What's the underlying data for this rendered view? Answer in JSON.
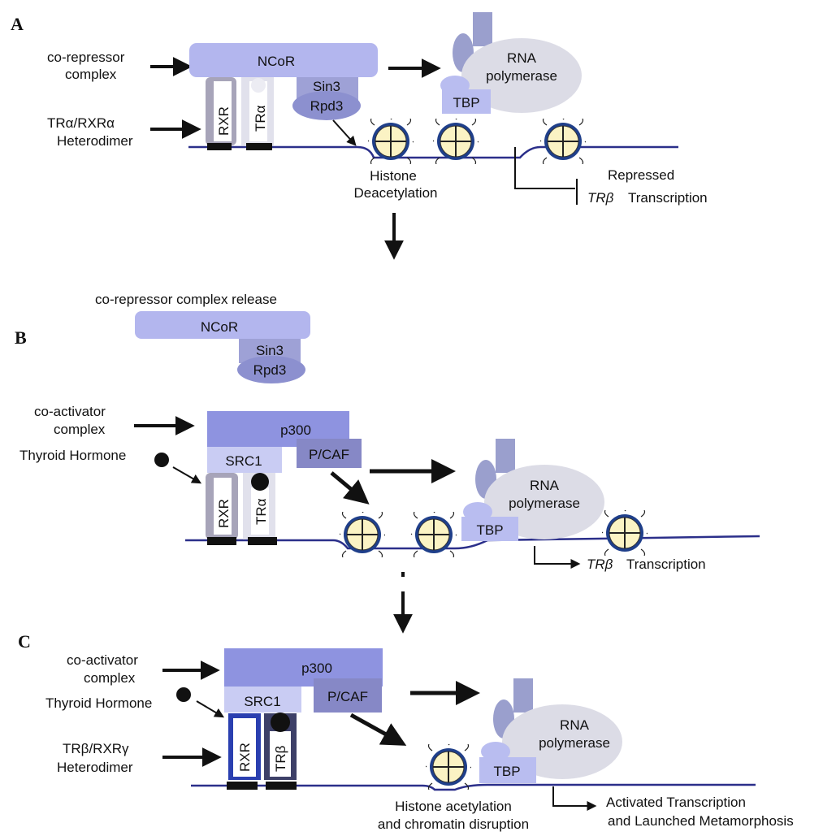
{
  "panel_a": {
    "letter": "A",
    "corepressor_label": [
      "co-repressor",
      "complex"
    ],
    "heterodimer_label": [
      "TRα/RXRα",
      "Heterodimer"
    ],
    "ncor": "NCoR",
    "rxr": "RXR",
    "tr": "TRα",
    "sin3": "Sin3",
    "rpd3": "Rpd3",
    "rna_pol": [
      "RNA",
      "polymerase"
    ],
    "tbp": "TBP",
    "deacetylation": [
      "Histone",
      "Deacetylation"
    ],
    "repressed": "Repressed",
    "gene": "TRβ",
    "transcription": "Transcription"
  },
  "panel_b": {
    "letter": "B",
    "release_label": "co-repressor complex  release",
    "ncor": "NCoR",
    "sin3": "Sin3",
    "rpd3": "Rpd3",
    "coactivator_label": [
      "co-activator",
      "complex"
    ],
    "hormone_label": "Thyroid Hormone",
    "p300": "p300",
    "src1": "SRC1",
    "pcaf": "P/CAF",
    "rxr": "RXR",
    "tr": "TRα",
    "rna_pol": [
      "RNA",
      "polymerase"
    ],
    "tbp": "TBP",
    "gene": "TRβ",
    "transcription": "Transcription"
  },
  "panel_c": {
    "letter": "C",
    "coactivator_label": [
      "co-activator",
      "complex"
    ],
    "hormone_label": "Thyroid Hormone",
    "heterodimer_label": [
      "TRβ/RXRγ",
      "Heterodimer"
    ],
    "p300": "p300",
    "src1": "SRC1",
    "pcaf": "P/CAF",
    "rxr": "RXR",
    "tr": "TRβ",
    "rna_pol": [
      "RNA",
      "polymerase"
    ],
    "tbp": "TBP",
    "acetylation": [
      "Histone acetylation",
      "and chromatin disruption"
    ],
    "activated": [
      "Activated Transcription",
      "and Launched Metamorphosis"
    ]
  },
  "colors": {
    "dna": "#2b2f8a",
    "ncor": "#b3b6ee",
    "p300": "#8e93e0",
    "src1": "#c9ccf3",
    "pcaf": "#8688c6",
    "sin3": "#8c90cf",
    "rna_pol": "#dcdce6",
    "tbp": "#b9bdf0",
    "nucleosome": "#fbf3c4"
  }
}
